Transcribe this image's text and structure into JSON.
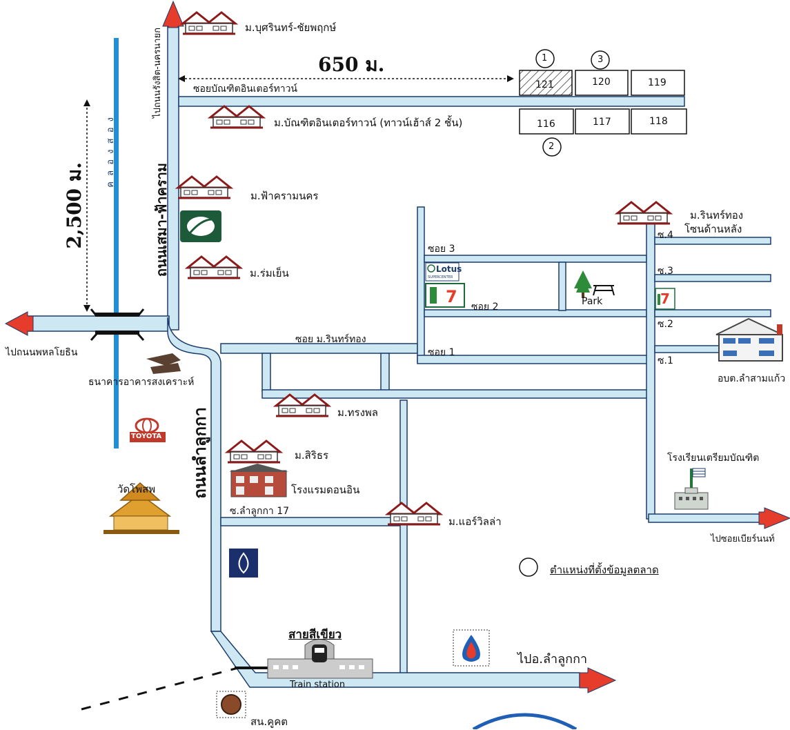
{
  "distances": {
    "horizontal": "650 ม.",
    "vertical": "2,500 ม."
  },
  "roads": {
    "to_rangsit_nakhon_nayok": "ไปถนนรังสิต-นครนายก",
    "thanon_lamlukka_main": "ถนนเสมา-ฟ้าคราม",
    "thanon_lamlukka": "ถนนลำลูกกา",
    "klong_song": "ค ล อ ง ส อ ง",
    "to_phaholyothin": "ไปถนนพหลโยธิน",
    "soi_bandit": "ซอยบัณฑิตอินเตอร์ทาวน์",
    "soi_rinthong": "ซอย ม.รินทร์ทอง",
    "soi1": "ซอย 1",
    "soi2": "ซอย 2",
    "soi3": "ซอย 3",
    "s1": "ซ.1",
    "s2": "ซ.2",
    "s3": "ซ.3",
    "s4": "ซ.4",
    "soi_lamlukka17": "ซ.ลำลูกกา 17",
    "to_soi_bearnat": "ไปซอยเบียร์นนท์",
    "to_lamlukka": "ไปอ.ลำลูกกา"
  },
  "villages": {
    "busarin": "ม.บุศรินทร์-ชัยพฤกษ์",
    "bandit": "ม.บัณฑิตอินเตอร์ทาวน์ (ทาวน์เฮ้าส์ 2 ชั้น)",
    "fakram": "ม.ฟ้าครามนคร",
    "romyen": "ม.ร่มเย็น",
    "rinthong": "ม.รินทร์ทอง",
    "rinthong_zone": "โซนด้านหลัง",
    "songphon": "ม.ทรงพล",
    "sirithon": "ม.สิริธร",
    "airvilla": "ม.แอร์วิลล่า"
  },
  "places": {
    "bank_gh": "ธนาคารอาคารสงเคราะห์",
    "wat": "วัดโพสพ",
    "hotel": "โรงแรมดอนอิน",
    "obt": "อบต.ลำสามแก้ว",
    "school": "โรงเรียนเตรียมบัณฑิต",
    "park": "Park",
    "lotus": "Lotus",
    "lotus_sub": "SUPERCENTER",
    "toyota": "TOYOTA",
    "train_line": "สายสีเขียว",
    "train_station": "Train station",
    "kukot": "สน.คูคต"
  },
  "lots": {
    "row_top": [
      "121",
      "120",
      "119"
    ],
    "row_bottom": [
      "116",
      "117",
      "118"
    ],
    "markers": [
      "1",
      "3",
      "2"
    ]
  },
  "legend": {
    "label": "ตำแหน่งที่ตั้งข้อมูลตลาด"
  },
  "icons": [
    "house-icon",
    "lotus-logo-icon",
    "seven-eleven-icon",
    "tree-icon",
    "picnic-table-icon",
    "bank-icon",
    "toyota-logo-icon",
    "temple-icon",
    "hotel-icon",
    "school-icon",
    "office-building-icon",
    "train-icon",
    "ptt-logo-icon",
    "police-badge-icon",
    "arrow-icon"
  ],
  "colors": {
    "road_fill": "#cde8f2",
    "road_edge": "#1b3b6b",
    "canal": "#1f8fd8",
    "arrow_red": "#e63c2b"
  }
}
